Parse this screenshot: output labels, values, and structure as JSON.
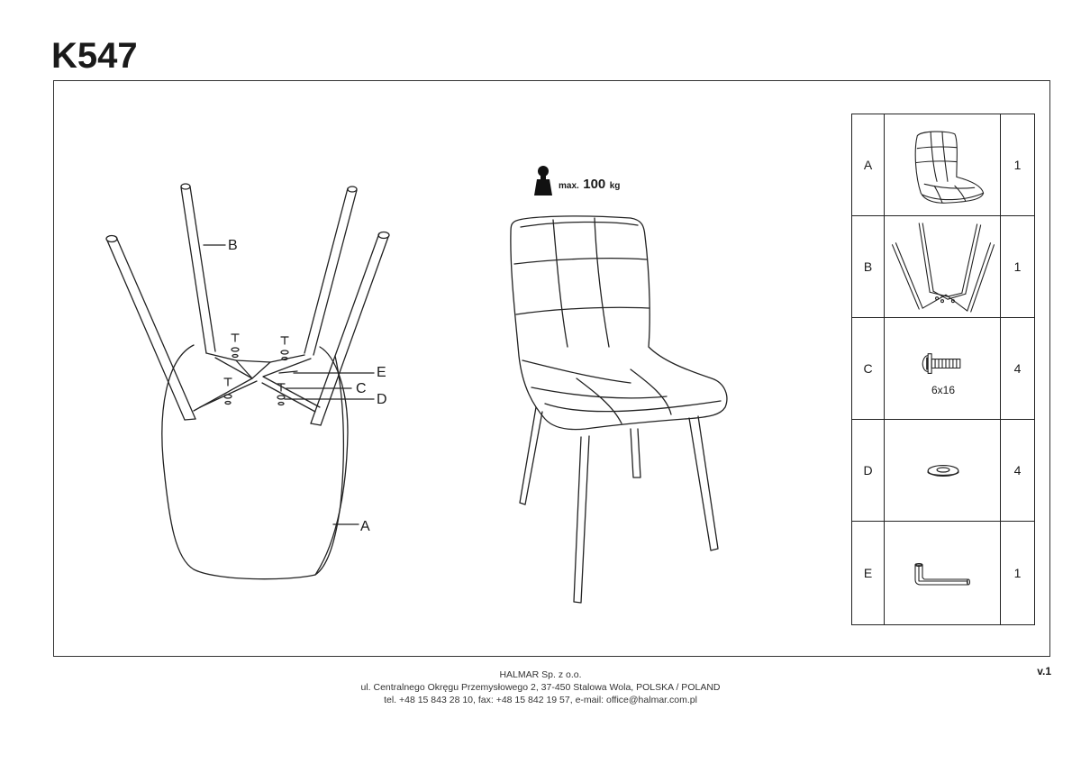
{
  "document": {
    "model": "K547",
    "version": "v.1"
  },
  "max_load": {
    "prefix": "max.",
    "value": "100",
    "unit": "kg"
  },
  "callouts": {
    "a": "A",
    "b": "B",
    "c": "C",
    "d": "D",
    "e": "E"
  },
  "parts": [
    {
      "letter": "A",
      "qty": "1",
      "icon": "seat-icon"
    },
    {
      "letter": "B",
      "qty": "1",
      "icon": "leg-frame-icon"
    },
    {
      "letter": "C",
      "qty": "4",
      "icon": "bolt-icon",
      "size": "6x16"
    },
    {
      "letter": "D",
      "qty": "4",
      "icon": "washer-icon"
    },
    {
      "letter": "E",
      "qty": "1",
      "icon": "allen-key-icon"
    }
  ],
  "footer": {
    "company": "HALMAR Sp. z o.o.",
    "address": "ul. Centralnego Okręgu Przemysłowego 2, 37-450 Stalowa Wola, POLSKA / POLAND",
    "contact": "tel. +48 15 843 28 10, fax: +48 15 842 19 57, e-mail: office@halmar.com.pl"
  }
}
